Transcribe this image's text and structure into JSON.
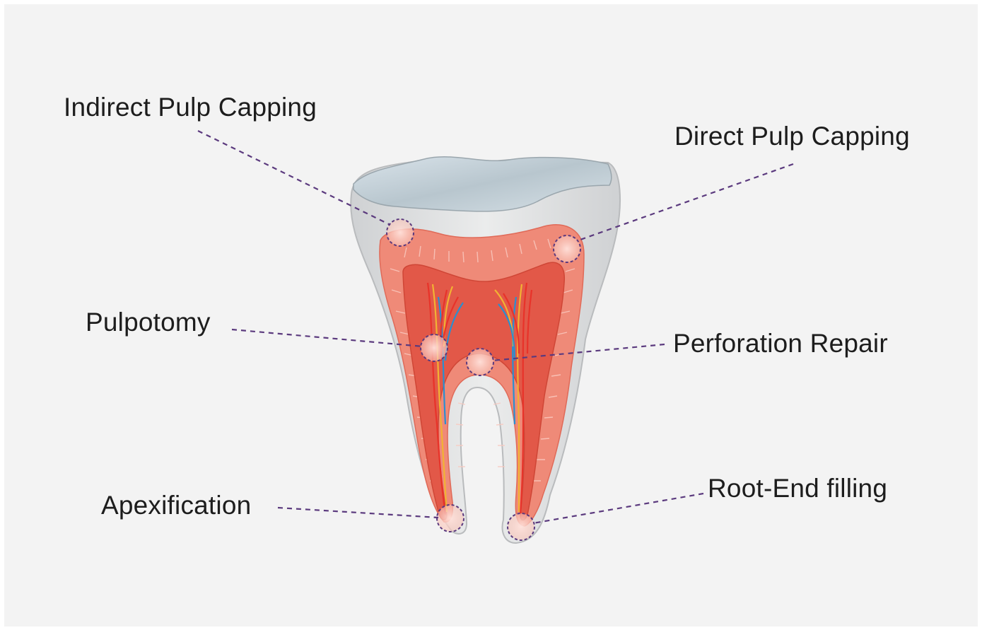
{
  "diagram": {
    "labels": {
      "indirect_pulp_capping": "Indirect Pulp Capping",
      "direct_pulp_capping": "Direct Pulp Capping",
      "pulpotomy": "Pulpotomy",
      "perforation_repair": "Perforation Repair",
      "apexification": "Apexification",
      "root_end_filling": "Root-End filling"
    },
    "colors": {
      "background": "#f3f3f3",
      "leader_line": "#5b3a7e",
      "dentin": "#ee8a78",
      "pulp": "#e25a4a",
      "enamel": "#cfdbe2"
    }
  }
}
